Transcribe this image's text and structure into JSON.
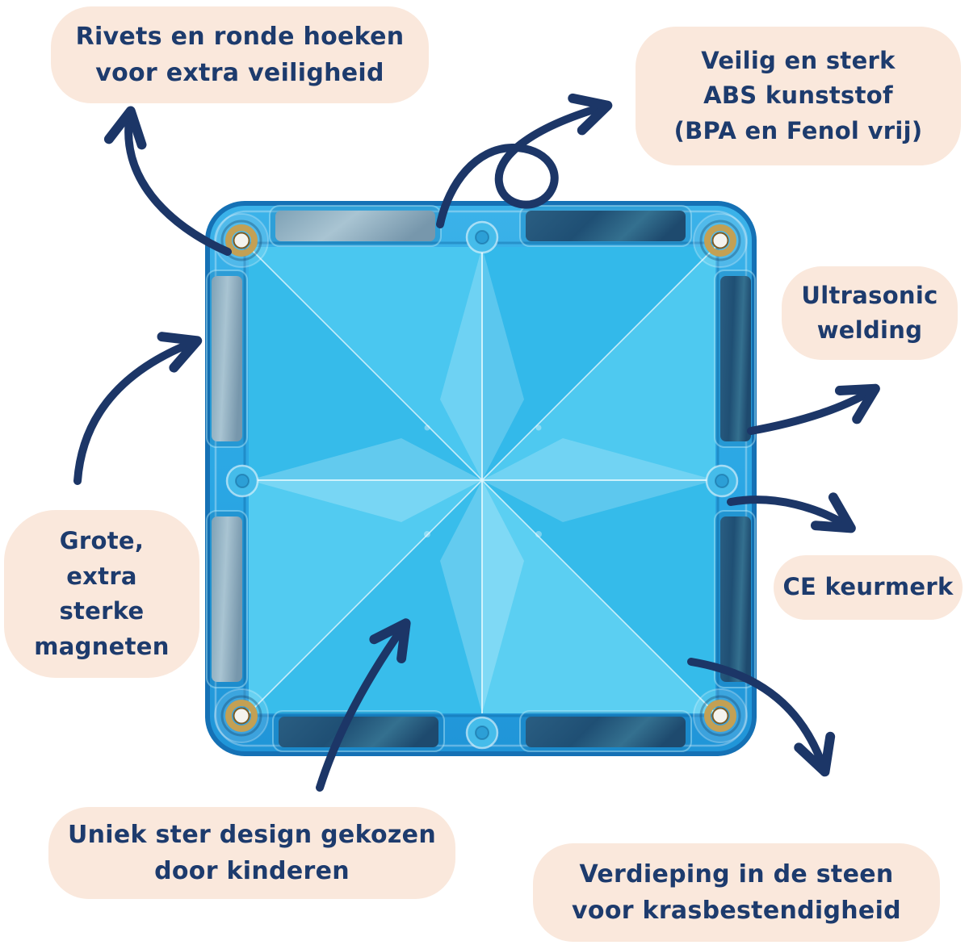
{
  "callouts": {
    "rivets": {
      "lines": [
        "Rivets en ronde hoeken",
        "voor extra veiligheid"
      ]
    },
    "abs": {
      "lines": [
        "Veilig en sterk",
        "ABS kunststof",
        "(BPA en Fenol vrij)"
      ]
    },
    "ultrasonic": {
      "lines": [
        "Ultrasonic",
        "welding"
      ]
    },
    "ce": {
      "lines": [
        "CE keurmerk"
      ]
    },
    "magneten": {
      "lines": [
        "Grote,",
        "extra",
        "sterke",
        "magneten"
      ]
    },
    "ster": {
      "lines": [
        "Uniek ster design gekozen",
        "door kinderen"
      ]
    },
    "verdieping": {
      "lines": [
        "Verdieping in de steen",
        "voor krasbestendigheid"
      ]
    }
  },
  "colors": {
    "background": "#FFFFFF",
    "bubble_bg": "#FAE8DC",
    "text_navy": "#1D3B6D",
    "arrow_navy": "#1C3667",
    "tile_frame_blue": "#2BA7E4",
    "tile_frame_border": "#1571B5",
    "tile_panel_cyan": "#3EC2EE",
    "tile_panel_light": "#55CCF1",
    "magnet_dark": "#1F4F74",
    "magnet_metal": "#8FB0C4",
    "rivet_gold": "#C3A054",
    "rivet_center": "#F4F3EE"
  }
}
